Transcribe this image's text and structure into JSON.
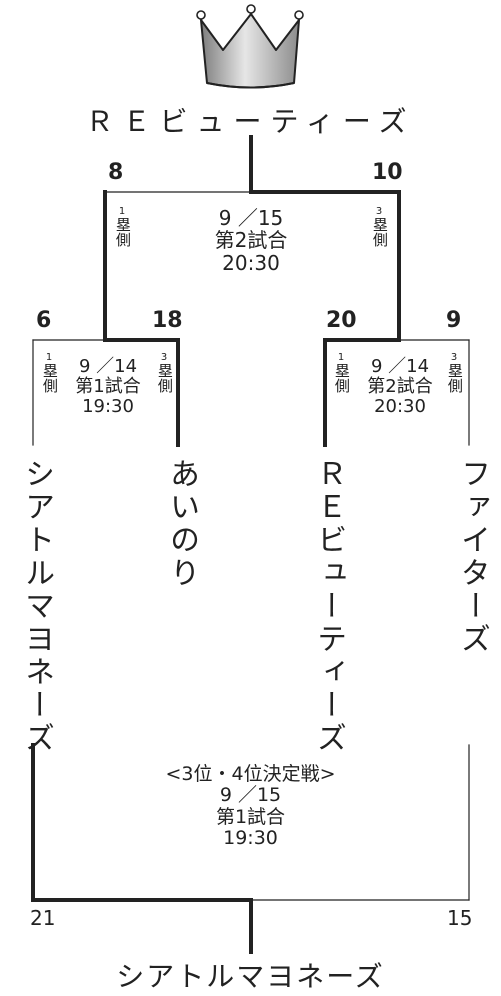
{
  "champion": {
    "name": "ＲＥビューティーズ"
  },
  "final": {
    "date": "9 ／15",
    "game": "第2試合",
    "time": "20:30",
    "left_score": "8",
    "right_score": "10",
    "left_side": {
      "num": "1",
      "text": "塁側"
    },
    "right_side": {
      "num": "3",
      "text": "塁側"
    }
  },
  "semi_left": {
    "date": "9 ／14",
    "game": "第1試合",
    "time": "19:30",
    "left_score": "6",
    "right_score": "18",
    "left_side": {
      "num": "1",
      "text": "塁側"
    },
    "right_side": {
      "num": "3",
      "text": "塁側"
    }
  },
  "semi_right": {
    "date": "9 ／14",
    "game": "第2試合",
    "time": "20:30",
    "left_score": "20",
    "right_score": "9",
    "left_side": {
      "num": "1",
      "text": "塁側"
    },
    "right_side": {
      "num": "3",
      "text": "塁側"
    }
  },
  "teams": [
    "シアトルマヨネーズ",
    "あいのり",
    "ＲＥビューティーズ",
    "ファイターズ"
  ],
  "third_place": {
    "title": "<3位・4位決定戦>",
    "date": "9 ／15",
    "game": "第1試合",
    "time": "19:30",
    "left_score": "21",
    "right_score": "15",
    "winner": "シアトルマヨネーズ"
  },
  "colors": {
    "line": "#222222",
    "crown_light": "#d8d8d8",
    "crown_dark": "#8a8a8a"
  }
}
